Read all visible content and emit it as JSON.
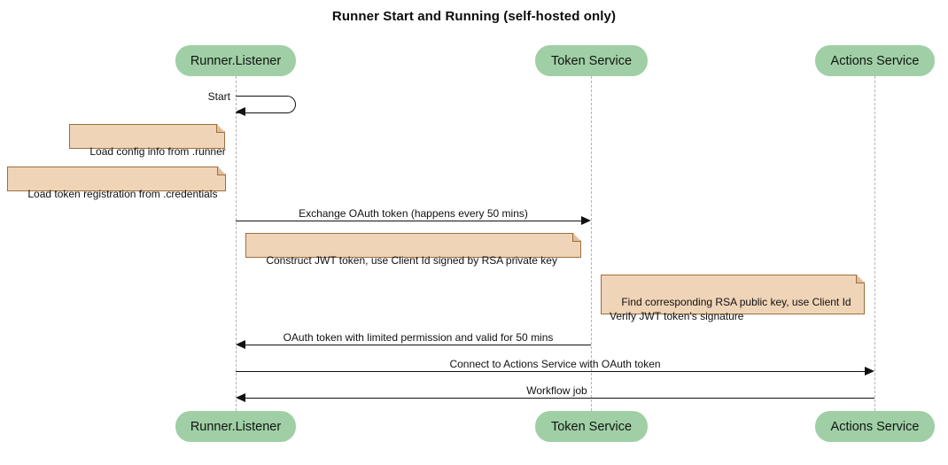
{
  "diagram": {
    "type": "sequence-diagram",
    "title": "Runner Start and Running (self-hosted only)",
    "colors": {
      "participant_fill": "#a0cfa6",
      "note_fill": "#efd4b8",
      "note_border": "#9d6f3c",
      "lifeline": "#b4b4b4",
      "arrow": "#111111"
    },
    "participants": [
      {
        "id": "runner",
        "label": "Runner.Listener"
      },
      {
        "id": "token",
        "label": "Token Service"
      },
      {
        "id": "actions",
        "label": "Actions Service"
      }
    ],
    "messages": [
      {
        "id": "m1",
        "label": "Start",
        "from": "runner",
        "to": "runner",
        "kind": "self"
      },
      {
        "id": "m2",
        "label": "Exchange OAuth token (happens every 50 mins)",
        "from": "runner",
        "to": "token",
        "direction": "right"
      },
      {
        "id": "m3",
        "label": "OAuth token with limited permission and valid for 50 mins",
        "from": "token",
        "to": "runner",
        "direction": "left"
      },
      {
        "id": "m4",
        "label": "Connect to Actions Service with OAuth token",
        "from": "runner",
        "to": "actions",
        "direction": "right"
      },
      {
        "id": "m5",
        "label": "Workflow job",
        "from": "actions",
        "to": "runner",
        "direction": "left"
      }
    ],
    "notes": [
      {
        "id": "n1",
        "lines": "Load config info from .runner"
      },
      {
        "id": "n2",
        "lines": "Load token registration from .credentials"
      },
      {
        "id": "n3",
        "lines": "Construct JWT token, use Client Id signed by RSA private key"
      },
      {
        "id": "n4",
        "lines": "Find corresponding RSA public key, use Client Id\nVerify JWT token's signature"
      }
    ]
  }
}
